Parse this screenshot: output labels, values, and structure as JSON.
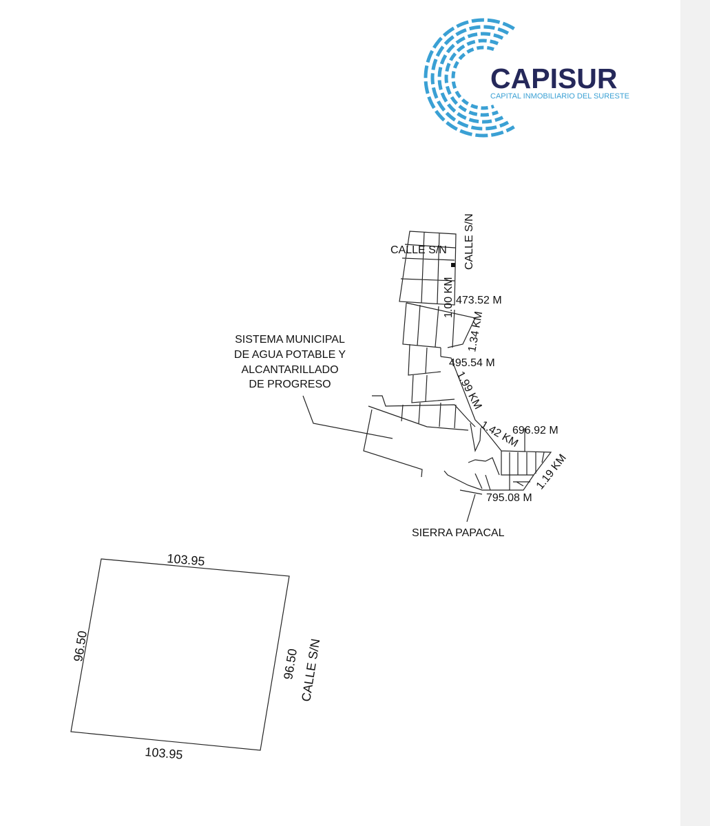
{
  "logo": {
    "brand": "CAPISUR",
    "tagline": "CAPITAL INMOBILIARIO DEL SURESTE",
    "colors": {
      "arcs": "#3aa0d4",
      "brand": "#25285a"
    }
  },
  "location_map": {
    "labels": {
      "calle_h": "CALLE S/N",
      "calle_v": "CALLE S/N",
      "d1": "1.00 KM",
      "d2": "473.52 M",
      "d3": "1.34 KM",
      "d4": "495.54 M",
      "d5": "1.99 KM",
      "d6": "1.42 KM",
      "d7": "696.92 M",
      "d8": "1.19 KM",
      "d9": "795.08 M",
      "sierra": "SIERRA PAPACAL",
      "sistema_1": "SISTEMA MUNICIPAL",
      "sistema_2": "DE AGUA POTABLE Y",
      "sistema_3": "ALCANTARILLADO",
      "sistema_4": "DE PROGRESO"
    }
  },
  "lot": {
    "top": "103.95",
    "bottom": "103.95",
    "left": "96.50",
    "right": "96.50",
    "street": "CALLE S/N"
  }
}
